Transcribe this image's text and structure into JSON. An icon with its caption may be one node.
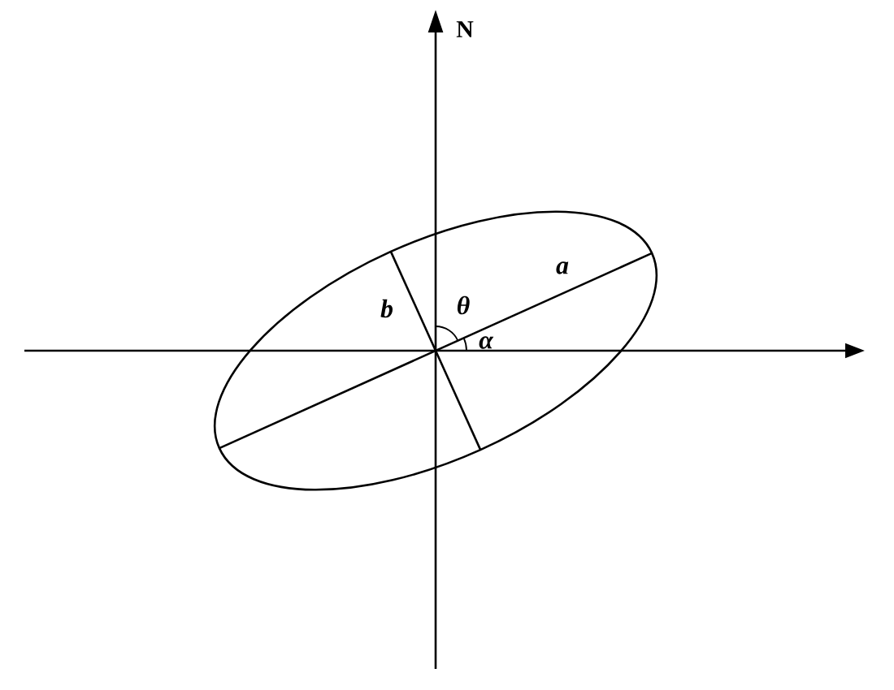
{
  "diagram": {
    "labels": [
      "N",
      "a",
      "b",
      "θ",
      "α"
    ]
  }
}
